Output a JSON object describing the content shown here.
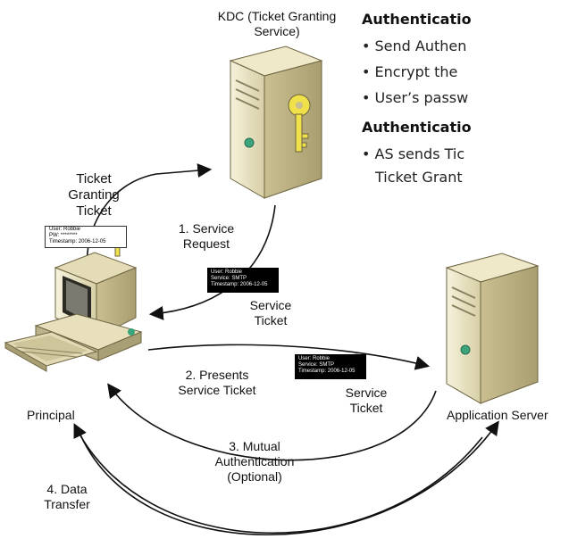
{
  "diagram": {
    "kdc_label_line1": "KDC (Ticket Granting",
    "kdc_label_line2": "Service)",
    "tgt_label_line1": "Ticket",
    "tgt_label_line2": "Granting",
    "tgt_label_line3": "Ticket",
    "tgt_ticket": {
      "user": "User: Robbie",
      "pw": "PW: ********",
      "timestamp": "Timestamp: 2006-12-05"
    },
    "step1_line1": "1. Service",
    "step1_line2": "Request",
    "service_ticket_1": {
      "user": "User: Robbie",
      "service": "Service: SMTP",
      "timestamp": "Timestamp: 2006-12-05"
    },
    "service_ticket_label1_line1": "Service",
    "service_ticket_label1_line2": "Ticket",
    "step2_line1": "2. Presents",
    "step2_line2": "Service Ticket",
    "service_ticket_2": {
      "user": "User: Robbie",
      "service": "Service: SMTP",
      "timestamp": "Timestamp: 2006-12-05"
    },
    "service_ticket_label2_line1": "Service",
    "service_ticket_label2_line2": "Ticket",
    "principal_label": "Principal",
    "app_server_label": "Application Server",
    "step3_line1": "3. Mutual",
    "step3_line2": "Authentication",
    "step3_line3": "(Optional)",
    "step4_line1": "4. Data",
    "step4_line2": "Transfer"
  },
  "notes": {
    "heading1": "Authenticatio",
    "bullet1": "• Send Authen",
    "bullet2": "• Encrypt the",
    "bullet3": "• User’s passw",
    "heading2": "Authenticatio",
    "bullet4": "• AS sends Tic",
    "bullet5": "Ticket Grant"
  },
  "colors": {
    "arrow": "#111111",
    "server_body": "#e8e2c2",
    "key": "#f0e04a"
  }
}
